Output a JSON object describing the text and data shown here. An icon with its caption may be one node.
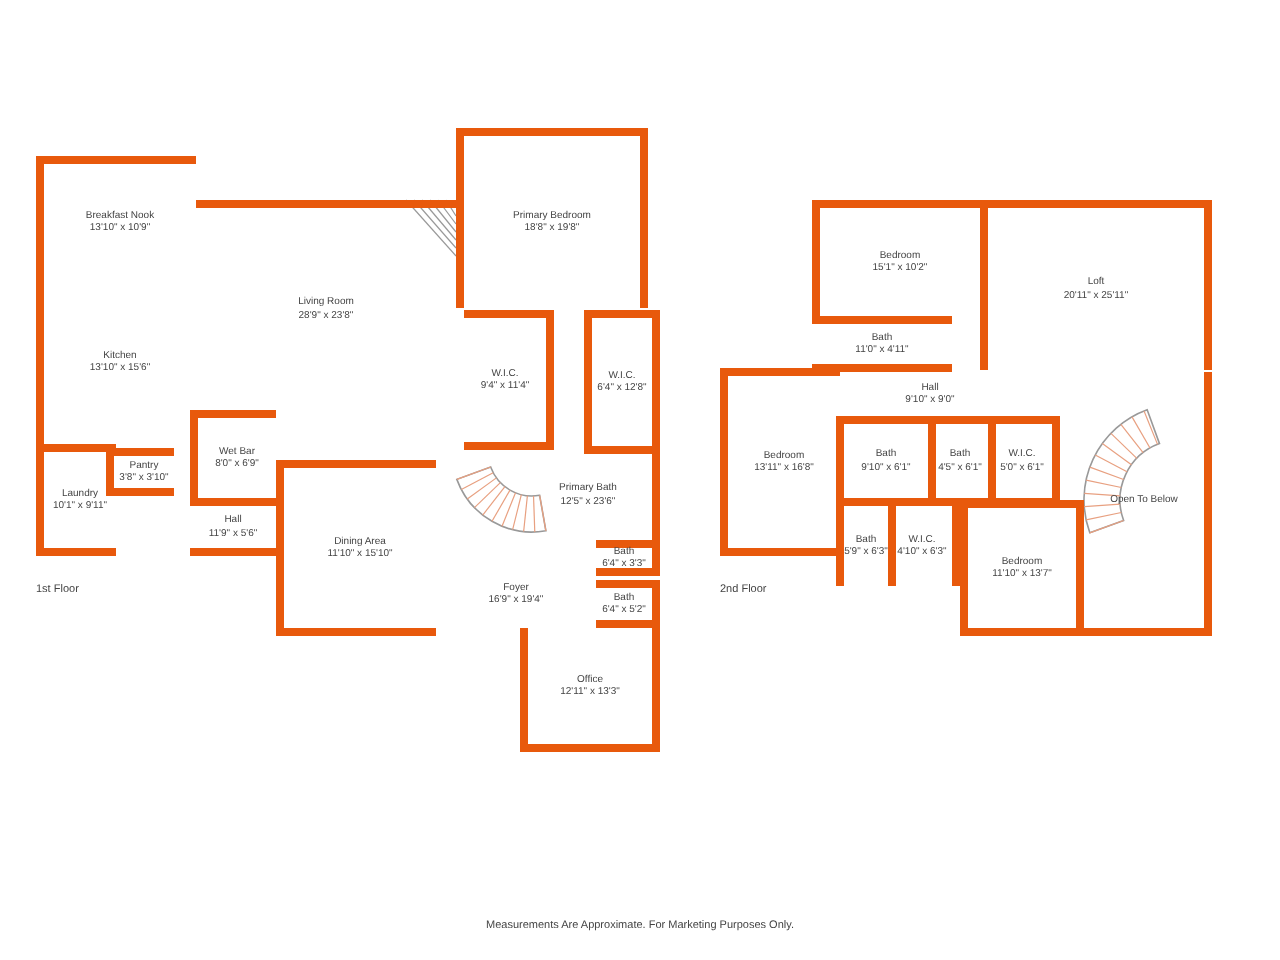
{
  "diagram": {
    "nodes": [
      {
        "text": [
          "Breakfast Nook",
          "13'10\" x 10'9\""
        ]
      },
      {
        "text": [
          "Kitchen",
          "13'10\" x 15'6\""
        ]
      },
      {
        "text": [
          "Living Room",
          "28'9\" x 23'8\""
        ]
      },
      {
        "text": [
          "Pantry",
          "3'8\" x 3'10\""
        ]
      },
      {
        "text": [
          "Laundry",
          "10'1\" x 9'11\""
        ]
      },
      {
        "text": [
          "Wet Bar",
          "8'0\" x 6'9\""
        ]
      },
      {
        "text": [
          "Hall",
          "11'9\" x 5'6\""
        ]
      },
      {
        "text": [
          "Dining Area",
          "11'10\" x 15'10\""
        ]
      },
      {
        "text": [
          "Primary Bedroom",
          "18'8\" x 19'8\""
        ]
      },
      {
        "text": [
          "W.I.C.",
          "9'4\" x 11'4\""
        ]
      },
      {
        "text": [
          "W.I.C.",
          "6'4\" x 12'8\""
        ]
      },
      {
        "text": [
          "Primary Bath",
          "12'5\" x 23'6\""
        ]
      },
      {
        "text": [
          "Bath",
          "6'4\" x 3'3\""
        ]
      },
      {
        "text": [
          "Foyer",
          "16'9\" x 19'4\""
        ]
      },
      {
        "text": [
          "Bath",
          "6'4\" x 5'2\""
        ]
      },
      {
        "text": [
          "Office",
          "12'11\" x 13'3\""
        ]
      },
      {
        "text": [
          "Bedroom",
          "15'1\" x 10'2\""
        ]
      },
      {
        "text": [
          "Bath",
          "11'0\" x 4'11\""
        ]
      },
      {
        "text": [
          "Hall",
          "9'10\" x 9'0\""
        ]
      },
      {
        "text": [
          "Loft",
          "20'11\" x 25'11\""
        ]
      },
      {
        "text": [
          "Bedroom",
          "13'11\" x 16'8\""
        ]
      },
      {
        "text": [
          "Bath",
          "9'10\" x 6'1\""
        ]
      },
      {
        "text": [
          "Bath",
          "4'5\" x 6'1\""
        ]
      },
      {
        "text": [
          "W.I.C.",
          "5'0\" x 6'1\""
        ]
      },
      {
        "text": [
          "Bath",
          "5'9\" x 6'3\""
        ]
      },
      {
        "text": [
          "W.I.C.",
          "4'10\" x 6'3\""
        ]
      },
      {
        "text": [
          "Bedroom",
          "11'10\" x 13'7\""
        ]
      },
      {
        "text": [
          "Open To Below"
        ]
      }
    ],
    "labels": [
      "1st Floor",
      "2nd Floor",
      "Measurements Are Approximate. For Marketing Purposes Only."
    ]
  }
}
